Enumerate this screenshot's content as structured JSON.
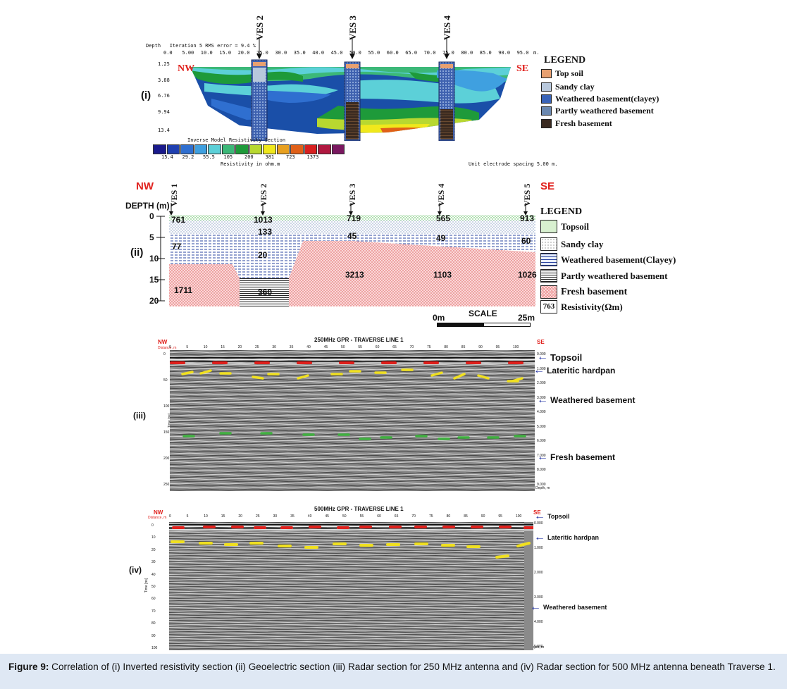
{
  "panel_i": {
    "label": "(i)",
    "header_text": "Depth   Iteration 5 RMS error = 9.4 %",
    "x_ticks": [
      "0.0",
      "5.00",
      "10.0",
      "15.0",
      "20.0",
      "25.0",
      "30.0",
      "35.0",
      "40.0",
      "45.0",
      "50.0",
      "55.0",
      "60.0",
      "65.0",
      "70.0",
      "75.0",
      "80.0",
      "85.0",
      "90.0",
      "95.0"
    ],
    "x_unit": "m.",
    "depth_ticks": [
      "1.25",
      "3.88",
      "6.76",
      "9.94",
      "13.4"
    ],
    "nw": "NW",
    "se": "SE",
    "ves": [
      "VES 2",
      "VES 3",
      "VES 4"
    ],
    "colorbar_title": "Inverse Model Resistivity Section",
    "colorbar_values": [
      "15.4",
      "29.2",
      "55.5",
      "105",
      "200",
      "381",
      "723",
      "1373"
    ],
    "colorbar_colors": [
      "#1a1a8c",
      "#1f3fb0",
      "#2f6fd0",
      "#3fa0e0",
      "#5cd0d8",
      "#3cb878",
      "#1e9a3a",
      "#b8d830",
      "#f0e81c",
      "#e8a020",
      "#e06018",
      "#d82020",
      "#b01840",
      "#7a1860"
    ],
    "colorbar_unit": "Resistivity in ohm.m",
    "spacing_note": "Unit electrode spacing 5.00 m.",
    "legend_title": "LEGEND",
    "legend": [
      {
        "label": "Top soil",
        "color": "#e8a070"
      },
      {
        "label": "Sandy clay",
        "color": "#b8c8dc"
      },
      {
        "label": "Weathered basement(clayey)",
        "color": "#3a64b8"
      },
      {
        "label": "Partly weathered basement",
        "color": "#6a88b0"
      },
      {
        "label": "Fresh basement",
        "color": "#3a2a20"
      }
    ]
  },
  "panel_ii": {
    "label": "(ii)",
    "nw": "NW",
    "se": "SE",
    "depth_title": "DEPTH (m)",
    "depth_ticks": [
      "0",
      "5",
      "10",
      "15",
      "20"
    ],
    "ves": [
      "VES 1",
      "VES 2",
      "VES 3",
      "VES 4",
      "VES 5"
    ],
    "values": [
      "761",
      "1013",
      "719",
      "565",
      "913",
      "133",
      "45",
      "49",
      "60",
      "77",
      "20",
      "3213",
      "1103",
      "1026",
      "1711",
      "360"
    ],
    "scale_title": "SCALE",
    "scale_start": "0m",
    "scale_end": "25m",
    "legend_title": "LEGEND",
    "legend": [
      {
        "label": "Topsoil"
      },
      {
        "label": "Sandy clay"
      },
      {
        "label": "Weathered basement(Clayey)"
      },
      {
        "label": "Partly weathered basement"
      },
      {
        "label": "Fresh basement"
      },
      {
        "label": "Resistivity(Ωm)",
        "sample": "763"
      }
    ]
  },
  "panel_iii": {
    "label": "(iii)",
    "title": "250MHz GPR - TRAVERSE LINE 1",
    "nw": "NW",
    "se": "SE",
    "distance_label": "Distance, m",
    "x_ticks": [
      "0",
      "5",
      "10",
      "15",
      "20",
      "25",
      "30",
      "35",
      "40",
      "45",
      "50",
      "55",
      "60",
      "65",
      "70",
      "75",
      "80",
      "85",
      "90",
      "95",
      "100"
    ],
    "time_ticks": [
      "0",
      "50",
      "100",
      "150",
      "200",
      "250"
    ],
    "time_label": "Time [ns]",
    "depth_ticks": [
      "0.000",
      "1.000",
      "2.000",
      "3.000",
      "4.000",
      "5.000",
      "6.000",
      "7.000",
      "8.000",
      "9.000"
    ],
    "depth_label": "Depth, m",
    "annotations": [
      "Topsoil",
      "Lateritic hardpan",
      "Weathered basement",
      "Fresh basement"
    ]
  },
  "panel_iv": {
    "label": "(iv)",
    "title": "500MHz GPR - TRAVERSE LINE 1",
    "nw": "NW",
    "se": "SE",
    "distance_label": "Distance, m",
    "x_ticks": [
      "0",
      "5",
      "10",
      "15",
      "20",
      "25",
      "30",
      "35",
      "40",
      "45",
      "50",
      "55",
      "60",
      "65",
      "70",
      "75",
      "80",
      "85",
      "90",
      "95",
      "100"
    ],
    "time_ticks": [
      "0",
      "10",
      "20",
      "30",
      "40",
      "50",
      "60",
      "70",
      "80",
      "90",
      "100"
    ],
    "time_label": "Time [ns]",
    "depth_ticks": [
      "0.000",
      "1.000",
      "2.000",
      "3.000",
      "4.000",
      "5.000"
    ],
    "depth_label": "Depth, m",
    "annotations": [
      "Topsoil",
      "Lateritic hardpan",
      "Weathered basement"
    ]
  },
  "caption": {
    "bold": "Figure 9:",
    "text": " Correlation of (i) Inverted resistivity section (ii) Geoelectric section (iii) Radar section for 250 MHz antenna and (iv) Radar section for 500 MHz antenna beneath Traverse 1."
  },
  "colors": {
    "red_label": "#e0201c",
    "arrow_blue": "#2a3aa8",
    "topsoil_red": "#e0201c",
    "hardpan_yellow": "#f0e020",
    "fresh_green": "#40b040"
  }
}
